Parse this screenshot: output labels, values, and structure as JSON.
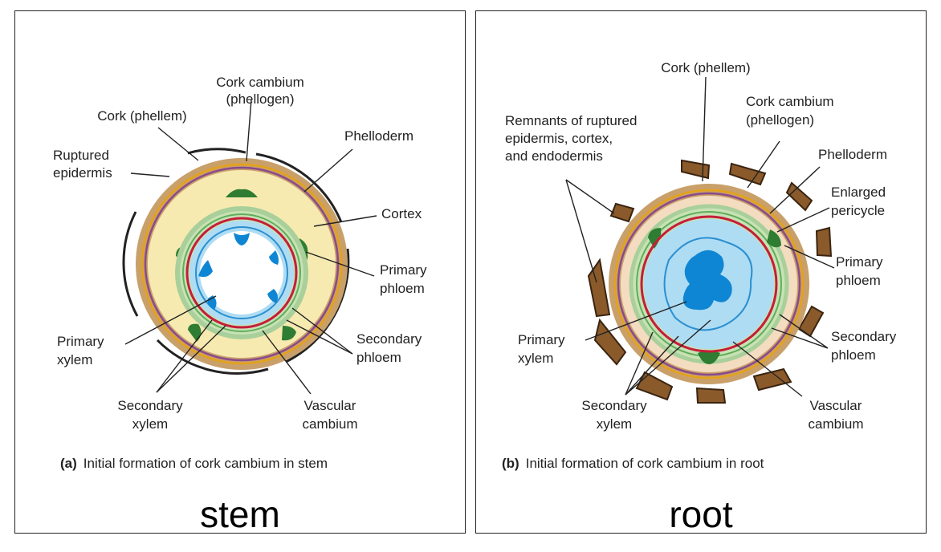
{
  "stem": {
    "labels": {
      "cork_cambium_1": "Cork cambium",
      "cork_cambium_2": "(phellogen)",
      "cork": "Cork (phellem)",
      "phelloderm": "Phelloderm",
      "ruptured_1": "Ruptured",
      "ruptured_2": "epidermis",
      "cortex": "Cortex",
      "primary_phloem_1": "Primary",
      "primary_phloem_2": "phloem",
      "primary_xylem_1": "Primary",
      "primary_xylem_2": "xylem",
      "secondary_phloem_1": "Secondary",
      "secondary_phloem_2": "phloem",
      "secondary_xylem_1": "Secondary",
      "secondary_xylem_2": "xylem",
      "vascular_cambium_1": "Vascular",
      "vascular_cambium_2": "cambium"
    },
    "caption_letter": "(a)",
    "caption_text": "Initial formation of cork cambium in stem",
    "big_label": "stem"
  },
  "root": {
    "labels": {
      "cork": "Cork (phellem)",
      "cork_cambium_1": "Cork cambium",
      "cork_cambium_2": "(phellogen)",
      "remnants_1": "Remnants of ruptured",
      "remnants_2": "epidermis, cortex,",
      "remnants_3": "and endodermis",
      "phelloderm": "Phelloderm",
      "enlarged_1": "Enlarged",
      "enlarged_2": "pericycle",
      "primary_phloem_1": "Primary",
      "primary_phloem_2": "phloem",
      "primary_xylem_1": "Primary",
      "primary_xylem_2": "xylem",
      "secondary_phloem_1": "Secondary",
      "secondary_phloem_2": "phloem",
      "secondary_xylem_1": "Secondary",
      "secondary_xylem_2": "xylem",
      "vascular_cambium_1": "Vascular",
      "vascular_cambium_2": "cambium"
    },
    "caption_letter": "(b)",
    "caption_text": "Initial formation of cork cambium in root",
    "big_label": "root"
  },
  "colors": {
    "cork": "#c9a06a",
    "cork_dark": "#8a5a2b",
    "phellogen": "#e3a21a",
    "phelloderm_line": "#8a4a8a",
    "cortex": "#f6eab1",
    "pericycle": "#f3dcc0",
    "phloem_green": "#a9cf9a",
    "primary_phloem": "#2e7d32",
    "vascular_cambium": "#c41e3a",
    "secondary_xylem": "#aedcf3",
    "primary_xylem": "#0e86d4",
    "pith": "#ffffff"
  }
}
